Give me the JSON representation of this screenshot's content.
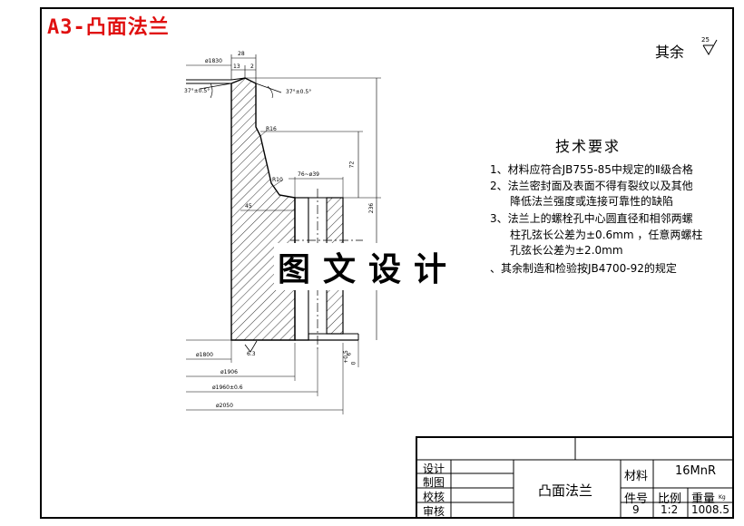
{
  "sheet": {
    "title_label": "A3-凸面法兰",
    "roughness_note": "其余",
    "roughness_value": "25"
  },
  "tech_requirements": {
    "heading": "技术要求",
    "lines": [
      "1、材料应符合JB755-85中规定的Ⅱ级合格",
      "2、法兰密封面及表面不得有裂纹以及其他",
      "降低法兰强度或连接可靠性的缺陷",
      "3、法兰上的螺栓孔中心圆直径和相邻两螺",
      "柱孔弦长公差为±0.6mm ，任意两螺柱",
      "孔弦长公差为±2.0mm",
      "、其余制造和检验按JB4700-92的规定"
    ]
  },
  "watermark": "图文设计",
  "dimensions": {
    "d1830": "ø1830",
    "w28": "28",
    "w13": "13",
    "w2": "2",
    "ang_left": "37°±0.5°",
    "ang_right": "37°±0.5°",
    "r16": "R16",
    "r10": "R10",
    "bore": "76~ø39",
    "h72": "72",
    "h236": "236",
    "w45": "45",
    "d1800": "ø1800",
    "rough_bottom": "6.3",
    "d1906": "ø1906",
    "d1960": "ø1960±0.6",
    "d2050": "ø2050",
    "tol": "+0.5",
    "h6": "6",
    "h0": "0"
  },
  "title_block": {
    "design": "设计",
    "drafting": "制图",
    "checking": "校核",
    "review": "审核",
    "part_name": "凸面法兰",
    "material_label": "材料",
    "material_value": "16MnR",
    "part_no_label": "件号",
    "scale_label": "比例",
    "weight_label": "重量",
    "weight_unit": "Kg",
    "part_no_value": "9",
    "scale_value": "1:2",
    "weight_value": "1008.5"
  }
}
